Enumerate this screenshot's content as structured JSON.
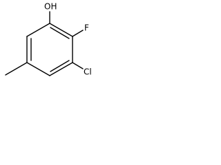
{
  "molecule": {
    "atoms": {
      "hydroxyl": "OH",
      "fluorine": "F",
      "chlorine": "Cl"
    }
  }
}
